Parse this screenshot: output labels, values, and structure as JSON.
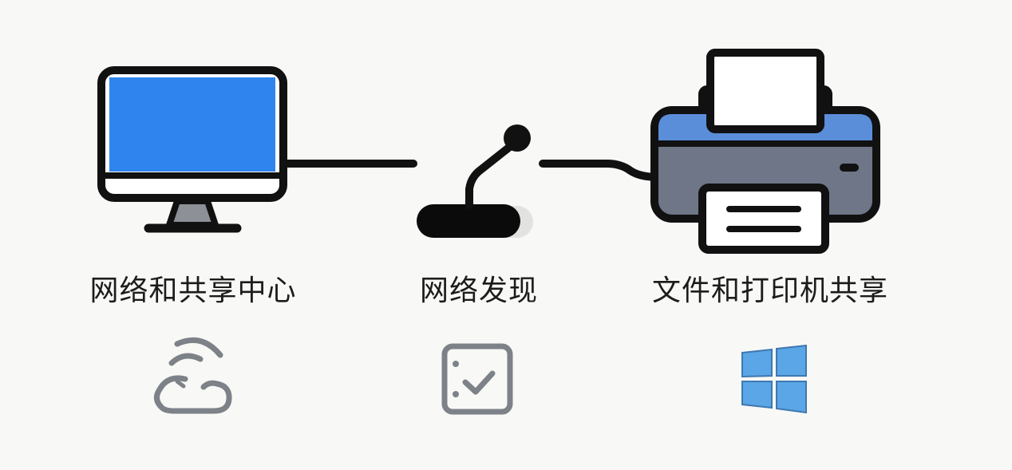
{
  "labels": {
    "network_center": "网络和共享中心",
    "network_discovery": "网络发现",
    "file_printer_sharing": "文件和打印机共享"
  },
  "icons": {
    "computer": "monitor-icon",
    "hub": "microphone-hub-icon",
    "printer": "printer-icon",
    "status_1": "wifi-cloud-icon",
    "status_2": "checkbox-icon",
    "status_3": "windows-logo-icon"
  },
  "colors": {
    "screen_blue": "#2f84ee",
    "printer_blue": "#5b8ed9",
    "printer_body": "#6e7687",
    "outline": "#111111",
    "gray_icon": "#7d8288",
    "windows_blue": "#5aa6e6"
  }
}
